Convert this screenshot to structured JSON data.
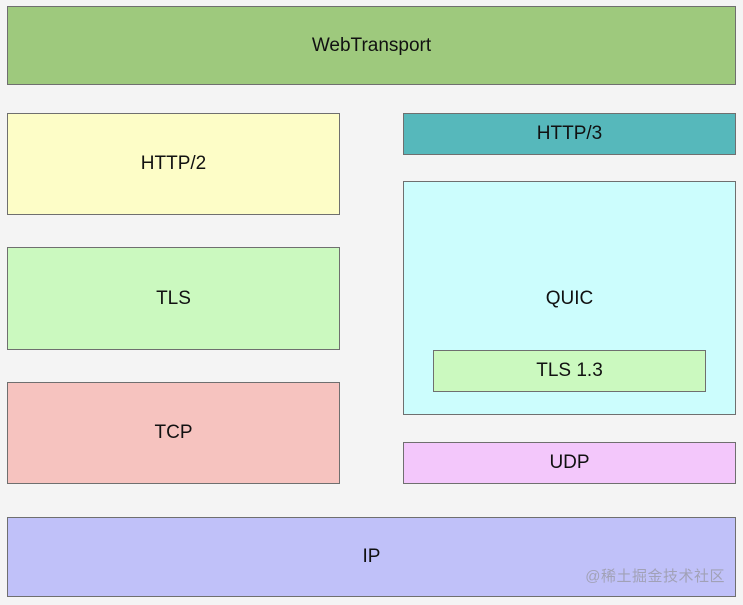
{
  "layers": {
    "webtransport": "WebTransport",
    "http2": "HTTP/2",
    "http3": "HTTP/3",
    "tls": "TLS",
    "quic": "QUIC",
    "tls13": "TLS 1.3",
    "tcp": "TCP",
    "udp": "UDP",
    "ip": "IP"
  },
  "watermark": "@稀土掘金技术社区",
  "colors": {
    "webtransport": "#9ec97d",
    "http2": "#fdfdc7",
    "http3": "#56b8bb",
    "tls": "#cbf9bf",
    "quic": "#ccfdfd",
    "tcp": "#f6c3bf",
    "udp": "#f3c7fb",
    "ip": "#c0c1f9"
  }
}
